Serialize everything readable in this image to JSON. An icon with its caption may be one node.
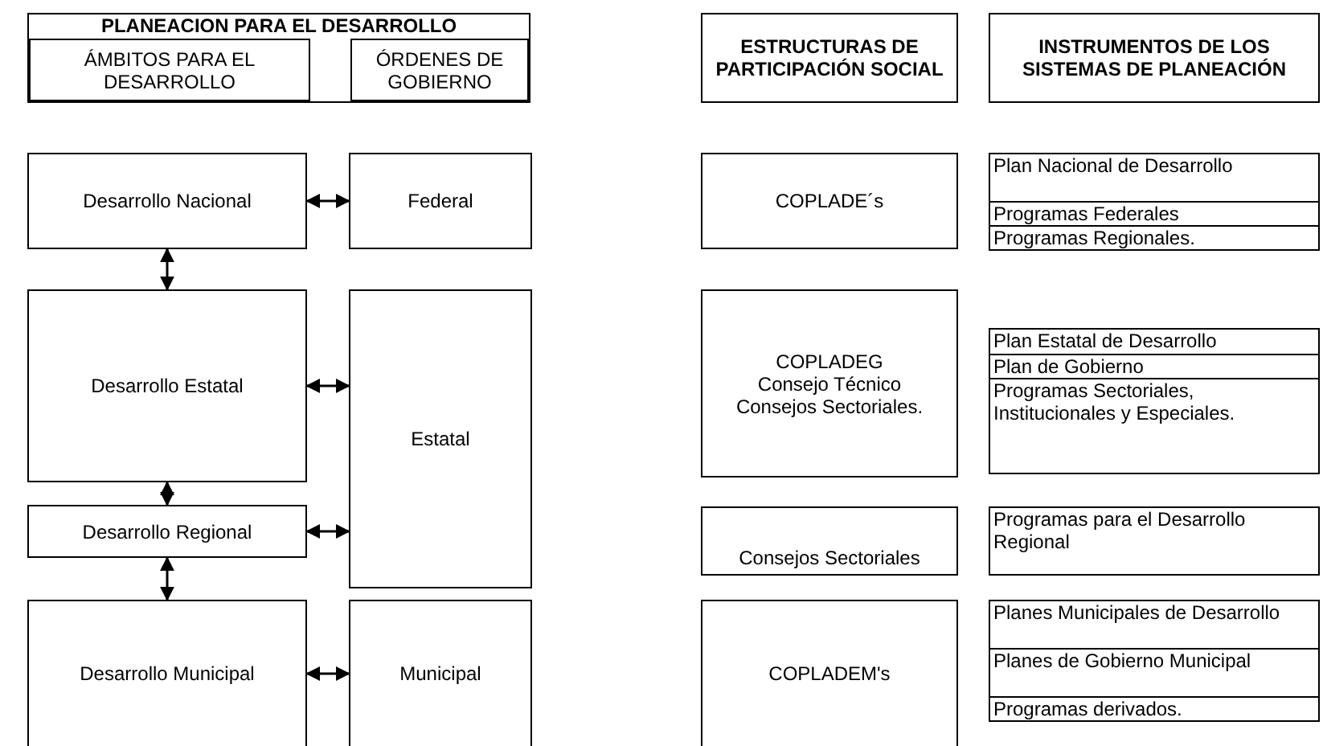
{
  "diagram": {
    "nodes": [
      {
        "text": [
          "PLANEACION PARA EL DESARROLLO"
        ]
      },
      {
        "text": [
          "ÁMBITOS PARA EL DESARROLLO"
        ],
        "in": 0
      },
      {
        "text": [
          "ÓRDENES DE GOBIERNO"
        ],
        "in": 0
      },
      {
        "text": [
          "ESTRUCTURAS DE PARTICIPACIÓN SOCIAL"
        ]
      },
      {
        "text": [
          "INSTRUMENTOS DE LOS SISTEMAS DE PLANEACIÓN"
        ]
      },
      {
        "text": [
          "Desarrollo Nacional"
        ]
      },
      {
        "text": [
          "Federal"
        ]
      },
      {
        "text": [
          "COPLADE´s"
        ]
      },
      {
        "text": [
          "Plan Nacional de Desarrollo"
        ]
      },
      {
        "text": [
          "Programas Federales"
        ]
      },
      {
        "text": [
          "Programas Regionales."
        ]
      },
      {
        "text": [
          "Desarrollo Estatal"
        ]
      },
      {
        "text": [
          "Estatal"
        ]
      },
      {
        "text": [
          "COPLADEG",
          "Consejo Técnico",
          "Consejos Sectoriales."
        ]
      },
      {
        "text": [
          "Plan Estatal de Desarrollo"
        ]
      },
      {
        "text": [
          "Plan de Gobierno"
        ]
      },
      {
        "text": [
          "Programas Sectoriales, Institucionales y Especiales."
        ]
      },
      {
        "text": [
          "Desarrollo Regional"
        ]
      },
      {
        "text": [
          "Consejos Sectoriales"
        ]
      },
      {
        "text": [
          "Programas para el Desarrollo Regional"
        ]
      },
      {
        "text": [
          "Desarrollo Municipal"
        ]
      },
      {
        "text": [
          "Municipal"
        ]
      },
      {
        "text": [
          "COPLADEM's"
        ]
      },
      {
        "text": [
          "Planes Municipales de Desarrollo"
        ]
      },
      {
        "text": [
          "Planes de Gobierno Municipal"
        ]
      },
      {
        "text": [
          "Programas derivados."
        ]
      }
    ],
    "edges": [
      {
        "from": 5,
        "to": 6,
        "arrow": "both"
      },
      {
        "from": 5,
        "to": 11,
        "arrow": "both"
      },
      {
        "from": 11,
        "to": 12,
        "arrow": "both"
      },
      {
        "from": 11,
        "to": 17,
        "arrow": "both"
      },
      {
        "from": 17,
        "to": 12,
        "arrow": "both"
      },
      {
        "from": 17,
        "to": 20,
        "arrow": "both"
      },
      {
        "from": 20,
        "to": 21,
        "arrow": "both"
      }
    ]
  }
}
